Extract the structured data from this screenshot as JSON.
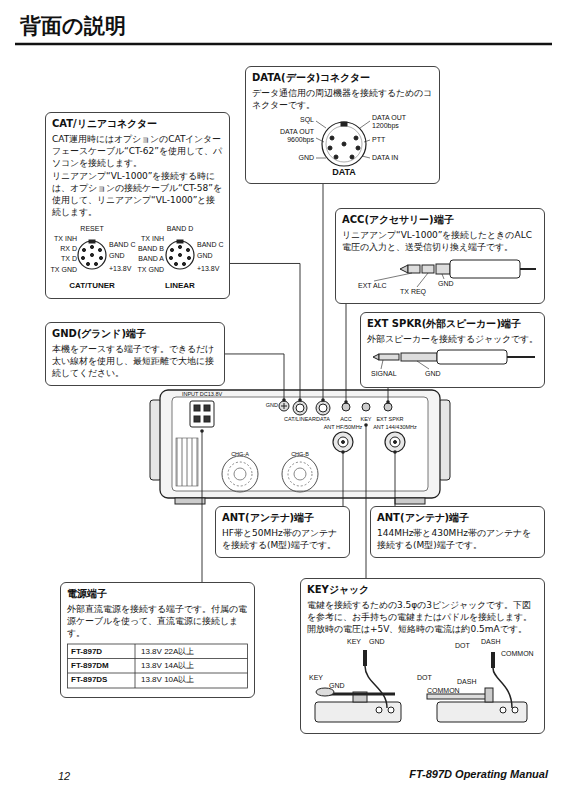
{
  "diagram": {
    "title": "背面の説明",
    "nodes": [
      {
        "text": [
          "DATA(データ)コネクター",
          "データ通信用の周辺機器を接続するためのコネクターです。"
        ]
      },
      {
        "text": [
          "CAT/リニアコネクター",
          "CAT運用時にはオプションのCATインターフェースケーブル“CT-62”を使用して、パソコンを接続します。",
          "リニアアンプ“VL-1000”を接続する時には、オプションの接続ケーブル“CT-58”を使用して、リニアアンプ“VL-1000”と接続します。"
        ]
      },
      {
        "text": [
          "ACC(アクセサリー)端子",
          "リニアアンプ“VL-1000”を接続したときのALC電圧の入力と、送受信切り換え端子です。"
        ]
      },
      {
        "text": [
          "GND(グランド)端子",
          "本機をアースする端子です。できるだけ太い線材を使用し、最短距離で大地に接続してください。"
        ]
      },
      {
        "text": [
          "EXT SPKR(外部スピーカー)端子",
          "外部スピーカーを接続するジャックです。"
        ]
      },
      {
        "text": [
          "ANT(アンテナ)端子",
          "HF帯と50MHz帯のアンテナを接続する(M型)端子です。"
        ]
      },
      {
        "text": [
          "ANT(アンテナ)端子",
          "144MHz帯と430MHz帯のアンテナを接続する(M型)端子です。"
        ]
      },
      {
        "text": [
          "電源端子",
          "外部直流電源を接続する端子です。付属の電源ケーブルを使って、直流電源に接続します。"
        ]
      },
      {
        "text": [
          "KEYジャック",
          "電鍵を接続するための3.5φの3ピンジャックです。下図を参考に、お手持ちの電鍵またはパドルを接続します。開放時の電圧は+5V、短絡時の電流は約0.5mAです。"
        ]
      }
    ],
    "labels": [
      "SQL",
      "DATA OUT 1200bps",
      "DATA OUT 9600bps",
      "PTT",
      "GND",
      "DATA IN",
      "DATA",
      "RESET",
      "TX INH",
      "RX D",
      "TX D",
      "TX GND",
      "BAND C",
      "GND",
      "+13.8V",
      "CAT/TUNER",
      "BAND D",
      "TX INH",
      "BAND C",
      "BAND B",
      "GND",
      "BAND A",
      "TX GND",
      "+13.8V",
      "LINEAR",
      "EXT ALC",
      "GND",
      "TX REQ",
      "SIGNAL",
      "GND",
      "FT-897D",
      "13.8V 22A以上",
      "FT-897DM",
      "13.8V 14A以上",
      "FT-897DS",
      "13.8V 10A以上",
      "KEY",
      "GND",
      "KEY",
      "GND",
      "DOT",
      "DASH",
      "COMMON",
      "DOT",
      "DASH",
      "COMMON",
      "INPUT DC13.8V",
      "GND",
      "CAT/LINEAR",
      "DATA",
      "ACC",
      "KEY",
      "EXT SPKR",
      "ANT HF/50MHz",
      "ANT 144/430MHz",
      "CHG-A",
      "CHG-B",
      "12",
      "FT-897D Operating Manual"
    ]
  }
}
